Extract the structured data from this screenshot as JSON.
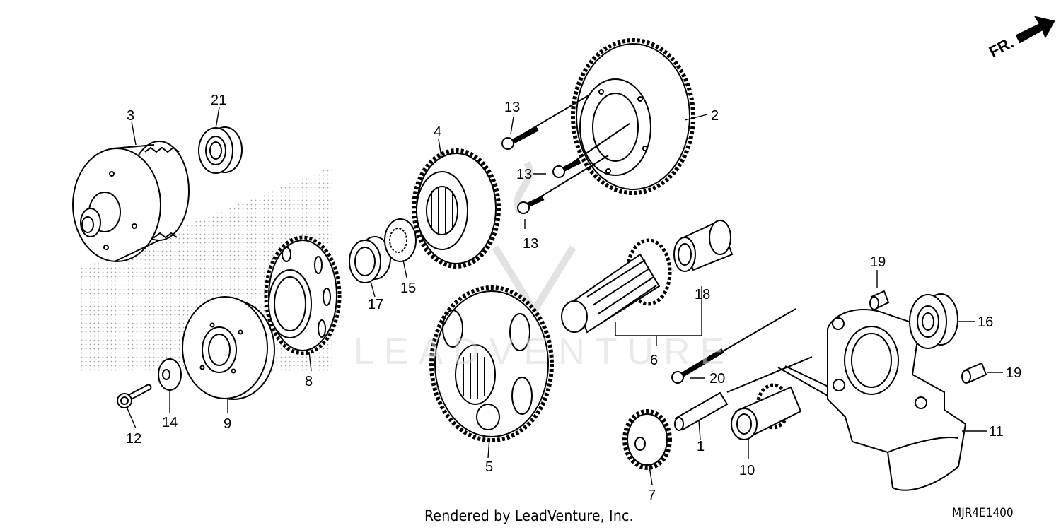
{
  "diagram": {
    "direction_label": "FR.",
    "watermark": "LEADVENTURE",
    "footer_credit": "Rendered by LeadVenture, Inc.",
    "diagram_code": "MJR4E1400",
    "callouts": [
      "1",
      "2",
      "3",
      "4",
      "5",
      "6",
      "7",
      "8",
      "9",
      "10",
      "11",
      "12",
      "13",
      "13",
      "13",
      "14",
      "15",
      "16",
      "17",
      "18",
      "19",
      "19",
      "20",
      "21"
    ]
  },
  "colors": {
    "line": "#000000",
    "watermark": "#d9d9d9",
    "stipple": "#8a8a8a"
  }
}
